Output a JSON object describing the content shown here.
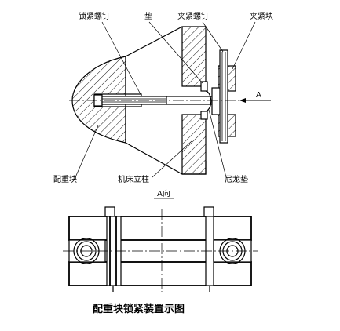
{
  "labels": {
    "lock_screw": "锁紧螺钉",
    "washer": "垫",
    "clamp_screw": "夹紧螺钉",
    "clamp_block": "夹紧块",
    "counterweight": "配重块",
    "machine_column": "机床立柱",
    "nylon_washer": "尼龙垫",
    "arrow_a": "A",
    "view_a": "A向"
  },
  "caption": "配重块锁紧装置示图"
}
